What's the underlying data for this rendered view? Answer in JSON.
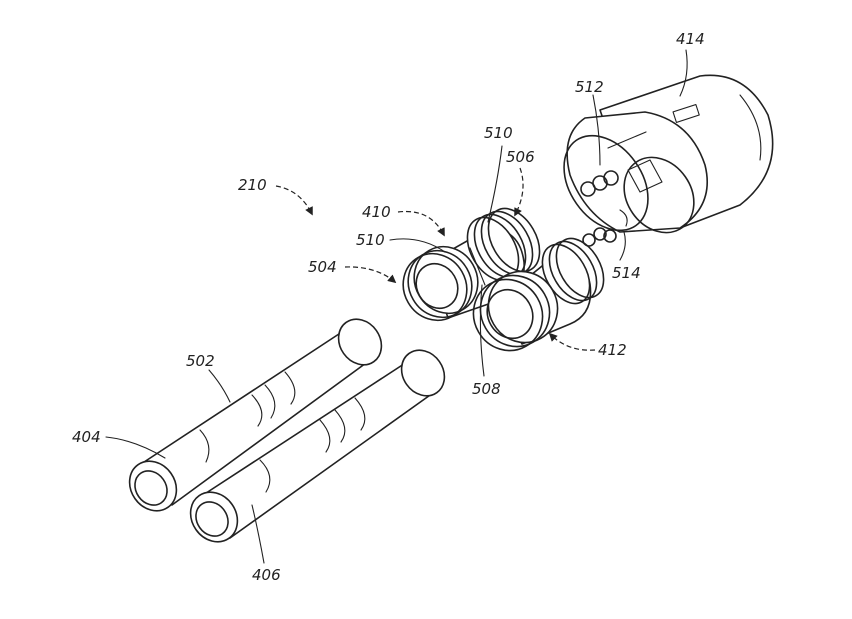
{
  "labels": {
    "r414": "414",
    "r512": "512",
    "r510_top": "510",
    "r506": "506",
    "r210": "210",
    "r410": "410",
    "r510_mid": "510",
    "r504": "504",
    "r514": "514",
    "r412": "412",
    "r508": "508",
    "r502": "502",
    "r404": "404",
    "r406": "406"
  }
}
